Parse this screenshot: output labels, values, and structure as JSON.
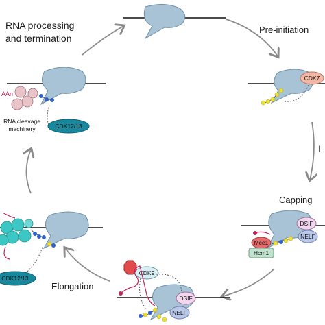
{
  "stages": {
    "top_left_line1": "RNA processing",
    "top_left_line2": "and termination",
    "top_right": "Pre-initiation",
    "right_mid": "Capping",
    "bottom": "Elongation",
    "right_edge_fragment": "I"
  },
  "factors": {
    "cdk7": "CDK7",
    "cdk12_13": "CDK12/13",
    "cdk12_13_bottom": "CDK12/13",
    "rna_cleavage_line1": "RNA cleavage",
    "rna_cleavage_line2": "machinery",
    "aan": "AAn",
    "dsif_capping": "DSIF",
    "nelf_capping": "NELF",
    "mce1": "Mce1",
    "hcm1": "Hcm1",
    "cdk9": "CDK9",
    "dsif_elong": "DSIF",
    "nelf_elong": "NELF"
  },
  "colors": {
    "polymerase": "#a9c3d6",
    "polymerase_stroke": "#6f8fa8",
    "cdk7": "#f4b7a6",
    "cdk12": "#17889e",
    "cdk9": "#d8eef4",
    "dsif": "#f2d6ee",
    "nelf": "#b9c8ea",
    "mce1": "#e86a6a",
    "hcm1": "#bfe3cf",
    "cleavage": "#e8c4c8",
    "teal_complex": "#3cc7c4",
    "phospho_blue": "#2f62c9",
    "phospho_yellow": "#f0e030",
    "rna": "#c0245a",
    "arrow": "#8a8a8a",
    "stop_octagon": "#e24b4b"
  }
}
